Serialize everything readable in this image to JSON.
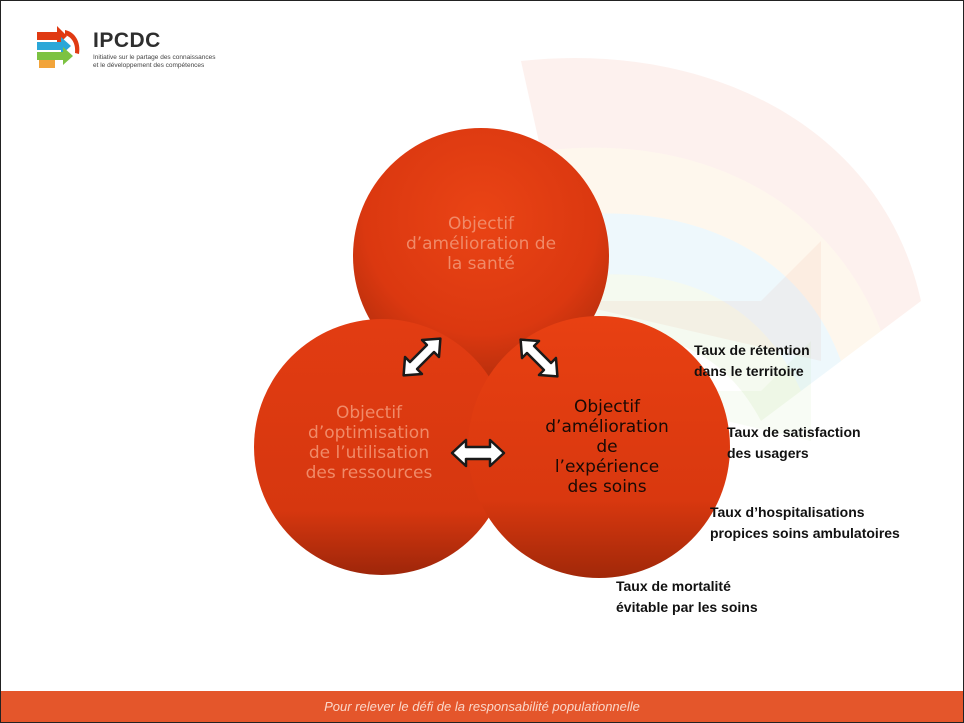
{
  "logo": {
    "title": "IPCDC",
    "subtitle_line1": "Initiative sur le partage des connaissances",
    "subtitle_line2": "et le développement des compétences"
  },
  "circles": {
    "top": [
      "Objectif",
      "d’amélioration de",
      "la santé"
    ],
    "left": [
      "Objectif",
      "d’optimisation",
      "de l’utilisation",
      "des ressources"
    ],
    "right": [
      "Objectif",
      "d’amélioration",
      "de",
      "l’expérience",
      "des soins"
    ]
  },
  "indicators": {
    "retention": [
      "Taux de rétention",
      "dans le territoire"
    ],
    "satisfaction": [
      "Taux de satisfaction",
      "des usagers"
    ],
    "hospitalisations": [
      "Taux d’hospitalisations",
      "propices soins ambulatoires"
    ],
    "mortalite": [
      "Taux de mortalité",
      "évitable par les soins"
    ]
  },
  "footer": {
    "text": "Pour relever le défi de la responsabilité populationnelle"
  },
  "colors": {
    "circle_red": "#e03a12",
    "circle_dark": "#a52a0d",
    "footer_orange": "#e4562b"
  }
}
